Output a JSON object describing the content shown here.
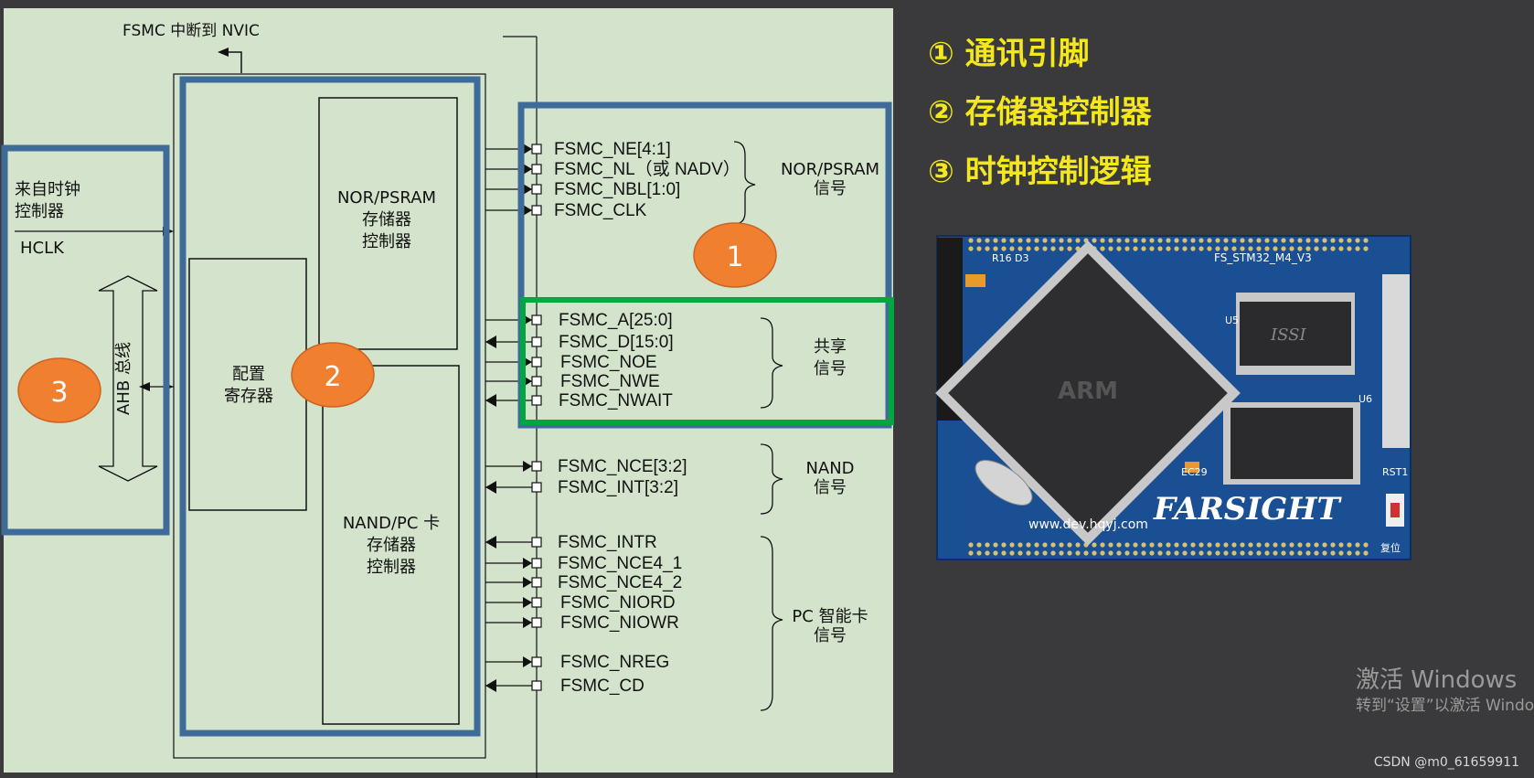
{
  "diagram": {
    "interrupt_label": "FSMC 中断到 NVIC",
    "clock_source_line1": "来自时钟",
    "clock_source_line2": "控制器",
    "hclk": "HCLK",
    "ahb_bus": "AHB 总线",
    "config_reg_line1": "配置",
    "config_reg_line2": "寄存器",
    "nor_ctrl_line1": "NOR/PSRAM",
    "nor_ctrl_line2": "存储器",
    "nor_ctrl_line3": "控制器",
    "nand_ctrl_line1": "NAND/PC 卡",
    "nand_ctrl_line2": "存储器",
    "nand_ctrl_line3": "控制器",
    "groups": [
      {
        "line1": "NOR/PSRAM",
        "line2": "信号"
      },
      {
        "line1": "共享",
        "line2": "信号"
      },
      {
        "line1": "NAND",
        "line2": "信号"
      },
      {
        "line1": "PC 智能卡",
        "line2": "信号"
      }
    ],
    "signals": [
      {
        "name": "FSMC_NE[4:1]",
        "direction": "out"
      },
      {
        "name": "FSMC_NL（或 NADV）",
        "direction": "out"
      },
      {
        "name": "FSMC_NBL[1:0]",
        "direction": "out"
      },
      {
        "name": "FSMC_CLK",
        "direction": "out"
      },
      {
        "name": "FSMC_A[25:0]",
        "direction": "out"
      },
      {
        "name": "FSMC_D[15:0]",
        "direction": "inout"
      },
      {
        "name": "FSMC_NOE",
        "direction": "out"
      },
      {
        "name": "FSMC_NWE",
        "direction": "out"
      },
      {
        "name": "FSMC_NWAIT",
        "direction": "in"
      },
      {
        "name": "FSMC_NCE[3:2]",
        "direction": "out"
      },
      {
        "name": "FSMC_INT[3:2]",
        "direction": "in"
      },
      {
        "name": "FSMC_INTR",
        "direction": "in"
      },
      {
        "name": "FSMC_NCE4_1",
        "direction": "out"
      },
      {
        "name": "FSMC_NCE4_2",
        "direction": "out"
      },
      {
        "name": "FSMC_NIORD",
        "direction": "out"
      },
      {
        "name": "FSMC_NIOWR",
        "direction": "out"
      },
      {
        "name": "FSMC_NREG",
        "direction": "out"
      },
      {
        "name": "FSMC_CD",
        "direction": "in"
      }
    ],
    "markers": [
      "1",
      "2",
      "3"
    ]
  },
  "notes": [
    "① 通讯引脚",
    "② 存储器控制器",
    "③ 时钟控制逻辑"
  ],
  "board_photo": {
    "labels": [
      "FS_STM32_M4_V3",
      "ARM",
      "ISSI",
      "FARSIGHT",
      "www.dev.hqyj.com",
      "复位",
      "RST1",
      "U5",
      "U6",
      "EC29",
      "R16",
      "D3"
    ]
  },
  "watermark": {
    "line1": "激活 Windows",
    "line2": "转到“设置”以激活 Windo"
  },
  "credit": "CSDN @m0_61659911",
  "colors": {
    "diagram_bg": "#d4e4cc",
    "highlight_blue": "#3f6b98",
    "highlight_green": "#00a63f",
    "marker_orange": "#f07f30",
    "note_yellow": "#f4e81c",
    "page_bg": "#3a3a3c"
  }
}
